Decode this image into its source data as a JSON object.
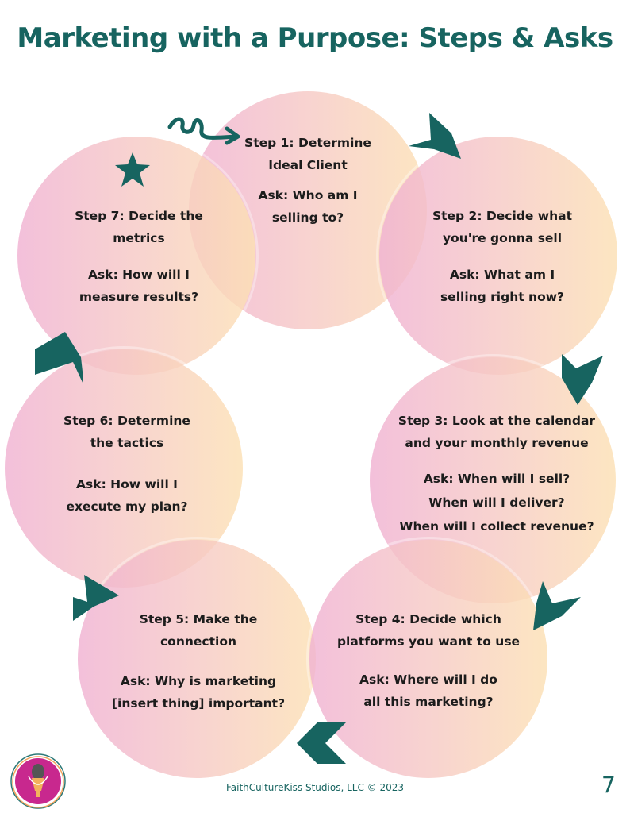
{
  "header": {
    "title": "Marketing with a Purpose: Steps & Asks"
  },
  "colors": {
    "accent": "#176460",
    "circle_pink": "#F0B2D2",
    "circle_peach": "#FCE0B4",
    "text": "#1c1c1c"
  },
  "steps": [
    {
      "id": 1,
      "title_lines": [
        "Step 1: Determine",
        "Ideal Client"
      ],
      "ask_lines": [
        "Ask: Who am I",
        "selling to?"
      ]
    },
    {
      "id": 2,
      "title_lines": [
        "Step 2: Decide what",
        "you're gonna sell"
      ],
      "ask_lines": [
        "Ask: What am I",
        "selling right now?"
      ]
    },
    {
      "id": 3,
      "title_lines": [
        "Step 3: Look at the calendar",
        "and your monthly revenue"
      ],
      "ask_lines": [
        "Ask: When will I sell?",
        "When will I deliver?",
        "When will I collect revenue?"
      ]
    },
    {
      "id": 4,
      "title_lines": [
        "Step 4: Decide which",
        "platforms you want to use"
      ],
      "ask_lines": [
        "Ask: Where will I do",
        "all this marketing?"
      ]
    },
    {
      "id": 5,
      "title_lines": [
        "Step 5: Make the",
        "connection"
      ],
      "ask_lines": [
        "Ask: Why is marketing",
        "[insert thing] important?"
      ]
    },
    {
      "id": 6,
      "title_lines": [
        "Step 6: Determine",
        "the tactics"
      ],
      "ask_lines": [
        "Ask: How will I",
        "execute my plan?"
      ]
    },
    {
      "id": 7,
      "title_lines": [
        "Step 7: Decide the",
        "metrics"
      ],
      "ask_lines": [
        "Ask: How will I",
        "measure results?"
      ]
    }
  ],
  "icons": {
    "start": "squiggle-arrow-icon",
    "end": "star-icon",
    "flow": "chevron-arrow-icon",
    "logo": "microphone-logo-icon"
  },
  "footer": {
    "copyright": "FaithCultureKiss Studios, LLC © 2023",
    "page_number": "7"
  }
}
